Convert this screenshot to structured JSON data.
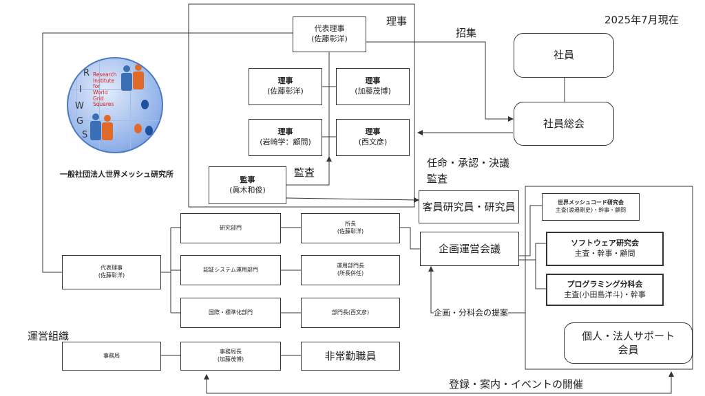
{
  "date": "2025年7月現在",
  "org_name": "一般社団法人世界メッシュ研究所",
  "logo": {
    "letters": [
      "R",
      "I",
      "W",
      "G",
      "S"
    ],
    "text_lines": [
      "Research",
      "Institute",
      "for",
      "World",
      "Grid",
      "Squares"
    ]
  },
  "labels": {
    "riji": "理事",
    "boshu": "招集",
    "kansa_top": "監査",
    "ninmei": "任命・承認・決議",
    "kansa": "監査",
    "unei_soshiki": "運営組織",
    "teian": "企画・分科会の提案",
    "toroku": "登録・案内・イベントの開催"
  },
  "board": {
    "rep": {
      "title": "代表理事",
      "name": "(佐藤彰洋)"
    },
    "d1": {
      "title": "理事",
      "name": "(佐藤彰洋)"
    },
    "d2": {
      "title": "理事",
      "name": "(加藤茂博)"
    },
    "d3": {
      "title": "理事",
      "name": "(岩崎学：顧問)"
    },
    "d4": {
      "title": "理事",
      "name": "(西文彦)"
    },
    "auditor": {
      "title": "監事",
      "name": "(眞木和俊)"
    }
  },
  "shain": "社員",
  "shain_sokai": "社員総会",
  "kyaku": "客員研究員・研究員",
  "kikaku": "企画運営会議",
  "ops": {
    "rep": {
      "title": "代表理事",
      "name": "(佐藤彰洋)"
    },
    "kenkyu": "研究部門",
    "ninsho": "認証システム運用部門",
    "kokusai": "国際・標準化部門",
    "shocho": {
      "title": "所長",
      "name": "(佐藤彰洋)"
    },
    "unyo": {
      "title": "運用部門長",
      "name": "(所長併任)"
    },
    "bucho": "部門長(西文彦)",
    "jimu": "事務局",
    "jimucho": {
      "title": "事務局長",
      "name": "(加藤茂博)"
    },
    "hijokin": "非常勤職員"
  },
  "groups": {
    "g1": {
      "title": "世界メッシュコード研究会",
      "sub": "主査(渡邉剛史)・幹事・顧問"
    },
    "g2": {
      "title": "ソフトウェア研究会",
      "sub": "主査・幹事・顧問"
    },
    "g3": {
      "title": "プログラミング分科会",
      "sub": "主査(小田島洋斗)・幹事"
    },
    "support": "個人・法人サポート会員"
  }
}
